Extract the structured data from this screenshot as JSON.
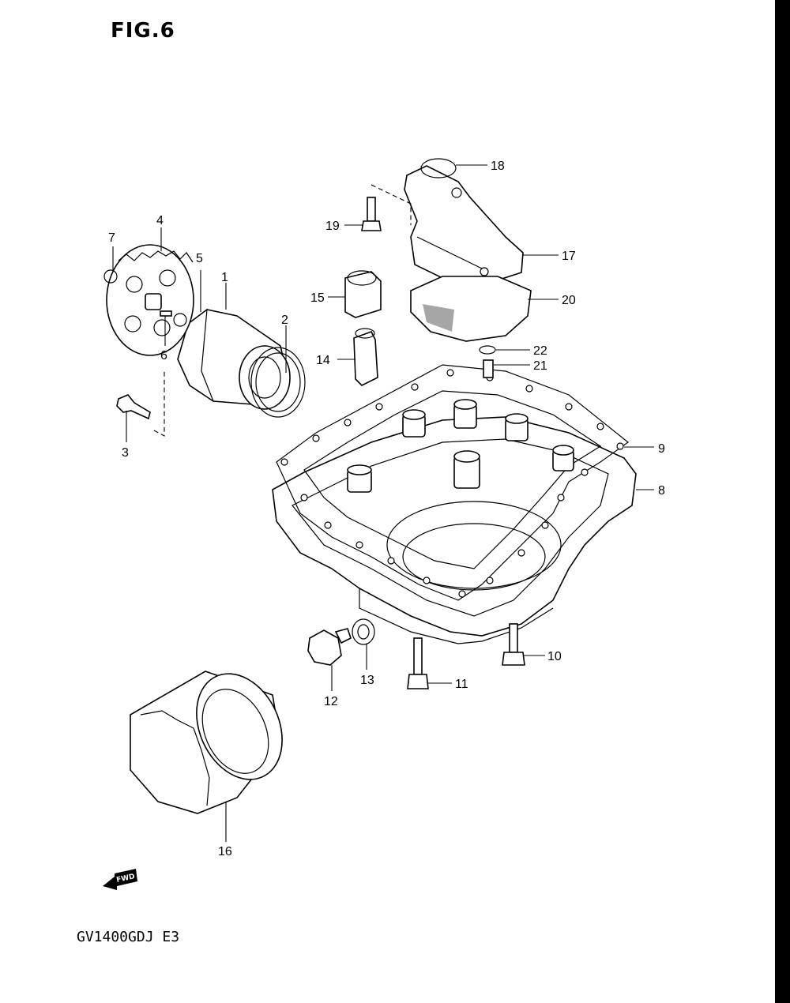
{
  "figure": {
    "title": "FIG.6",
    "model_code": "GV1400GDJ E3",
    "fwd_label": "FWD"
  },
  "callouts": [
    {
      "id": "1"
    },
    {
      "id": "2"
    },
    {
      "id": "3"
    },
    {
      "id": "4"
    },
    {
      "id": "5"
    },
    {
      "id": "6"
    },
    {
      "id": "7"
    },
    {
      "id": "8"
    },
    {
      "id": "9"
    },
    {
      "id": "10"
    },
    {
      "id": "11"
    },
    {
      "id": "12"
    },
    {
      "id": "13"
    },
    {
      "id": "14"
    },
    {
      "id": "15"
    },
    {
      "id": "16"
    },
    {
      "id": "17"
    },
    {
      "id": "18"
    },
    {
      "id": "19"
    },
    {
      "id": "20"
    },
    {
      "id": "21"
    },
    {
      "id": "22"
    }
  ]
}
